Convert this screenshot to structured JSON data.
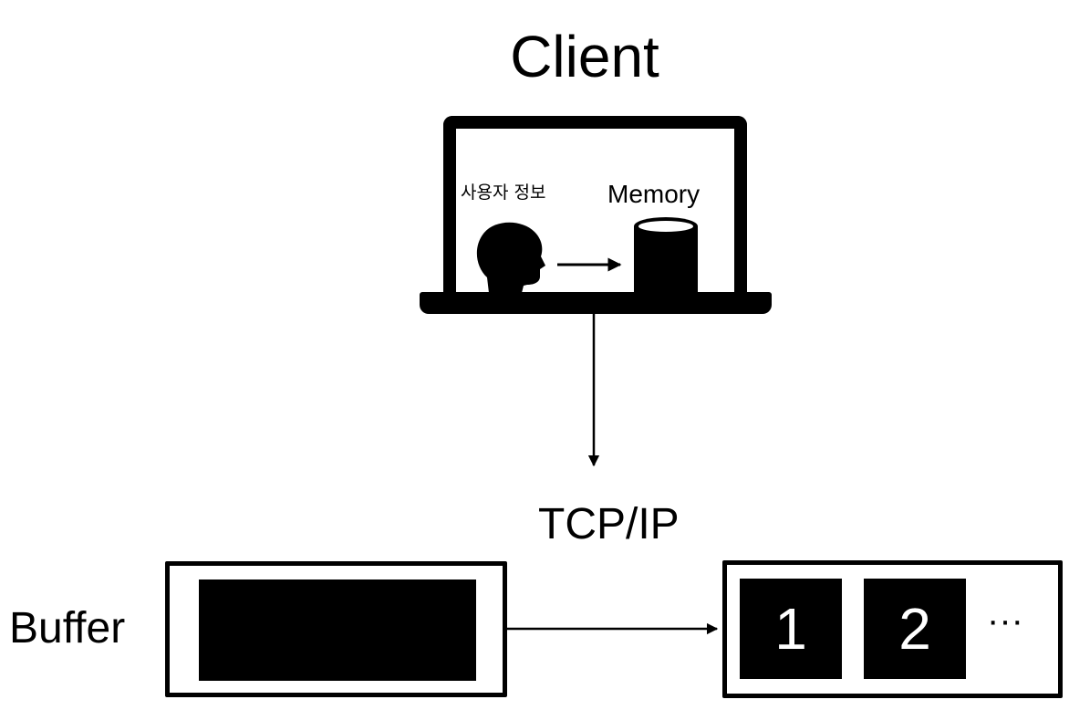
{
  "diagram": {
    "title": "Client",
    "user_info_label": "사용자 정보",
    "memory_label": "Memory",
    "protocol_label": "TCP/IP",
    "buffer_label": "Buffer",
    "segments": [
      "1",
      "2"
    ],
    "ellipsis": "···"
  },
  "icons": {
    "laptop": "laptop-icon",
    "user": "user-head-icon",
    "memory": "database-cylinder-icon"
  },
  "colors": {
    "foreground": "#000000",
    "background": "#ffffff"
  }
}
